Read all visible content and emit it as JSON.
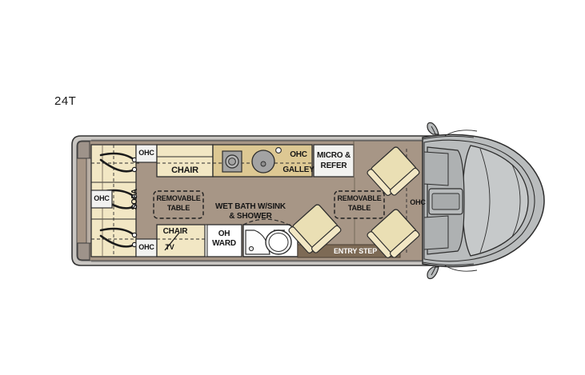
{
  "page": {
    "model_label": "24T",
    "background_color": "#ffffff"
  },
  "colors": {
    "floor": "#a79686",
    "floor_dark": "#8d7a68",
    "cabinet_cream": "#f2e7c4",
    "galley_tan": "#ddc893",
    "appliance_white": "#f2f2f0",
    "shell_gray": "#c9c6c2",
    "shell_outline": "#3a3a3a",
    "cab_gray": "#b9bcbd",
    "entry_step": "#7d6a55",
    "text_dark": "#151515",
    "text_light": "#ffffff"
  },
  "floorplan": {
    "name": "24T Class B motorhome floorplan",
    "labels": {
      "ohc_rear_top": "OHC",
      "ohc_rear_left": "OHC",
      "ohc_rear_bottom": "OHC",
      "sofa": "SOFA",
      "chair_top": "CHAIR",
      "chair_bottom": "CHAIR",
      "tv": "TV",
      "removable_table_left": "REMOVABLE\nTABLE",
      "removable_table_left_line1": "REMOVABLE",
      "removable_table_left_line2": "TABLE",
      "wet_bath_line1": "WET BATH W/SINK",
      "wet_bath_line2": "& SHOWER",
      "oh_ward_line1": "OH",
      "oh_ward_line2": "WARD",
      "ohc_galley_line1": "OHC",
      "ohc_galley_line2": "GALLEY",
      "micro_refer_line1": "MICRO &",
      "micro_refer_line2": "REFER",
      "removable_table_right_line1": "REMOVABLE",
      "removable_table_right_line2": "TABLE",
      "ohc_front": "OHC",
      "entry_step": "ENTRY STEP"
    },
    "fixtures": [
      {
        "name": "sofa",
        "label": "SOFA",
        "zone": "rear-curbside"
      },
      {
        "name": "overhead-cabinet-rear-top",
        "label": "OHC",
        "zone": "rear"
      },
      {
        "name": "overhead-cabinet-rear-left",
        "label": "OHC",
        "zone": "rear"
      },
      {
        "name": "overhead-cabinet-rear-bottom",
        "label": "OHC",
        "zone": "rear"
      },
      {
        "name": "chair-top",
        "label": "CHAIR",
        "zone": "mid-streetside"
      },
      {
        "name": "chair-bottom",
        "label": "CHAIR",
        "zone": "mid-curbside"
      },
      {
        "name": "tv",
        "label": "TV",
        "zone": "mid-curbside"
      },
      {
        "name": "removable-table-left",
        "label": "REMOVABLE TABLE",
        "zone": "mid"
      },
      {
        "name": "wet-bath",
        "label": "WET BATH W/SINK & SHOWER",
        "zone": "mid-curbside"
      },
      {
        "name": "overhead-wardrobe",
        "label": "OH WARD",
        "zone": "mid-curbside"
      },
      {
        "name": "galley",
        "label": "OHC GALLEY",
        "zone": "mid-streetside"
      },
      {
        "name": "micro-refer",
        "label": "MICRO & REFER",
        "zone": "front-streetside"
      },
      {
        "name": "removable-table-right",
        "label": "REMOVABLE TABLE",
        "zone": "front"
      },
      {
        "name": "overhead-cabinet-front",
        "label": "OHC",
        "zone": "front"
      },
      {
        "name": "entry-step",
        "label": "ENTRY STEP",
        "zone": "front-curbside"
      },
      {
        "name": "captain-chair-driver",
        "label": "",
        "zone": "cab"
      },
      {
        "name": "captain-chair-passenger",
        "label": "",
        "zone": "cab"
      }
    ]
  }
}
